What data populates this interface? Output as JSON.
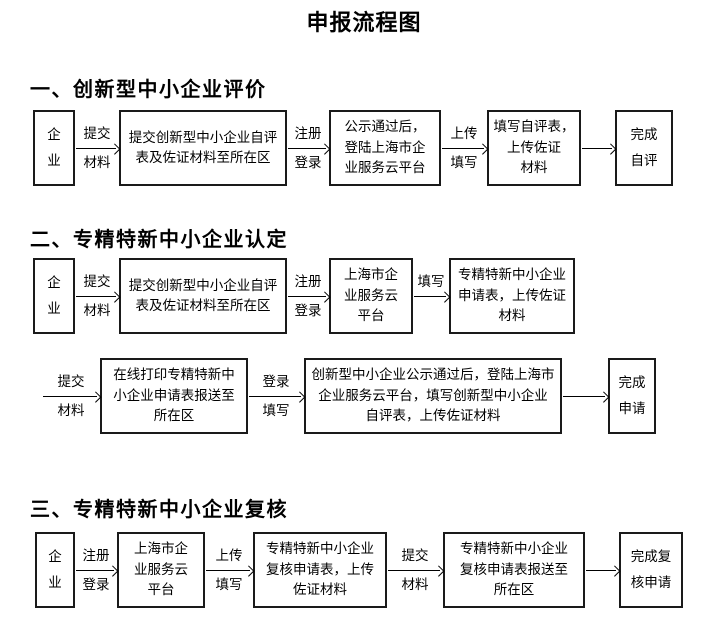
{
  "page": {
    "title": "申报流程图"
  },
  "colors": {
    "text": "#000000",
    "border": "#1a1a1a",
    "background": "#ffffff"
  },
  "sections": [
    {
      "heading": "一、创新型中小企业评价",
      "rows": [
        {
          "steps": [
            {
              "type": "box",
              "label": "企\n业"
            },
            {
              "type": "arrow",
              "label_top": "提交",
              "label_bottom": "材料"
            },
            {
              "type": "box",
              "label": "提交创新型中小企业自评\n表及佐证材料至所在区"
            },
            {
              "type": "arrow",
              "label_top": "注册",
              "label_bottom": "登录"
            },
            {
              "type": "box",
              "label": "公示通过后，\n登陆上海市企\n业服务云平台"
            },
            {
              "type": "arrow",
              "label_top": "上传",
              "label_bottom": "填写"
            },
            {
              "type": "box",
              "label": "填写自评表，\n上传佐证\n材料"
            },
            {
              "type": "arrow",
              "label_top": "",
              "label_bottom": ""
            },
            {
              "type": "box",
              "label": "完成\n自评"
            }
          ]
        }
      ]
    },
    {
      "heading": "二、专精特新中小企业认定",
      "rows": [
        {
          "steps": [
            {
              "type": "box",
              "label": "企\n业"
            },
            {
              "type": "arrow",
              "label_top": "提交",
              "label_bottom": "材料"
            },
            {
              "type": "box",
              "label": "提交创新型中小企业自评\n表及佐证材料至所在区"
            },
            {
              "type": "arrow",
              "label_top": "注册",
              "label_bottom": "登录"
            },
            {
              "type": "box",
              "label": "上海市企\n业服务云\n平台"
            },
            {
              "type": "arrow",
              "label_top": "填写",
              "label_bottom": ""
            },
            {
              "type": "box",
              "label": "专精特新中小企业\n申请表，上传佐证\n材料"
            }
          ]
        },
        {
          "steps": [
            {
              "type": "arrow",
              "label_top": "提交",
              "label_bottom": "材料"
            },
            {
              "type": "box",
              "label": "在线打印专精特新中\n小企业申请表报送至\n所在区"
            },
            {
              "type": "arrow",
              "label_top": "登录",
              "label_bottom": "填写"
            },
            {
              "type": "box",
              "label": "创新型中小企业公示通过后，登陆上海市\n企业服务云平台，填写创新型中小企业\n自评表，上传佐证材料"
            },
            {
              "type": "arrow",
              "label_top": "",
              "label_bottom": ""
            },
            {
              "type": "box",
              "label": "完成\n申请"
            }
          ]
        }
      ]
    },
    {
      "heading": "三、专精特新中小企业复核",
      "rows": [
        {
          "steps": [
            {
              "type": "box",
              "label": "企\n业"
            },
            {
              "type": "arrow",
              "label_top": "注册",
              "label_bottom": "登录"
            },
            {
              "type": "box",
              "label": "上海市企\n业服务云\n平台"
            },
            {
              "type": "arrow",
              "label_top": "上传",
              "label_bottom": "填写"
            },
            {
              "type": "box",
              "label": "专精特新中小企业\n复核申请表，上传\n佐证材料"
            },
            {
              "type": "arrow",
              "label_top": "提交",
              "label_bottom": "材料"
            },
            {
              "type": "box",
              "label": "专精特新中小企业\n复核申请表报送至\n所在区"
            },
            {
              "type": "arrow",
              "label_top": "",
              "label_bottom": ""
            },
            {
              "type": "box",
              "label": "完成复\n核申请"
            }
          ]
        }
      ]
    }
  ]
}
